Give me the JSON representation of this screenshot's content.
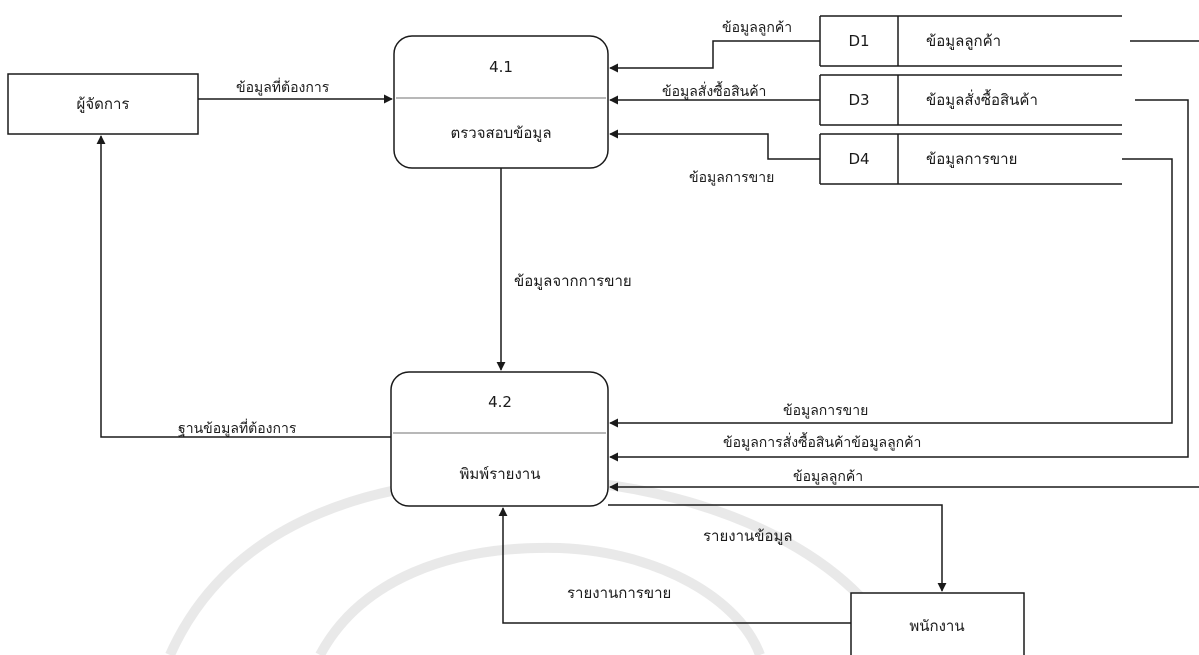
{
  "entities": {
    "manager": "ผู้จัดการ",
    "staff": "พนักงาน"
  },
  "processes": {
    "p41": {
      "id": "4.1",
      "name": "ตรวจสอบข้อมูล"
    },
    "p42": {
      "id": "4.2",
      "name": "พิมพ์รายงาน"
    }
  },
  "stores": {
    "d1": {
      "id": "D1",
      "name": "ข้อมูลลูกค้า"
    },
    "d3": {
      "id": "D3",
      "name": "ข้อมูลสั่งซื้อสินค้า"
    },
    "d4": {
      "id": "D4",
      "name": "ข้อมูลการขาย"
    }
  },
  "flows": {
    "manager_to_41": "ข้อมูลที่ต้องการ",
    "d1_to_41": "ข้อมูลลูกค้า",
    "d3_to_41": "ข้อมูลสั่งซื้อสินค้า",
    "d4_to_41": "ข้อมูลการขาย",
    "p41_to_42": "ข้อมูลจากการขาย",
    "p42_to_manager": "ฐานข้อมูลที่ต้องการ",
    "d4_to_42": "ข้อมูลการขาย",
    "d3_to_42": "ข้อมูลการสั่งซื้อสินค้าข้อมูลลูกค้า",
    "d1_to_42": "ข้อมูลลูกค้า",
    "p42_to_staff": "รายงานข้อมูล",
    "staff_to_42": "รายงานการขาย"
  }
}
